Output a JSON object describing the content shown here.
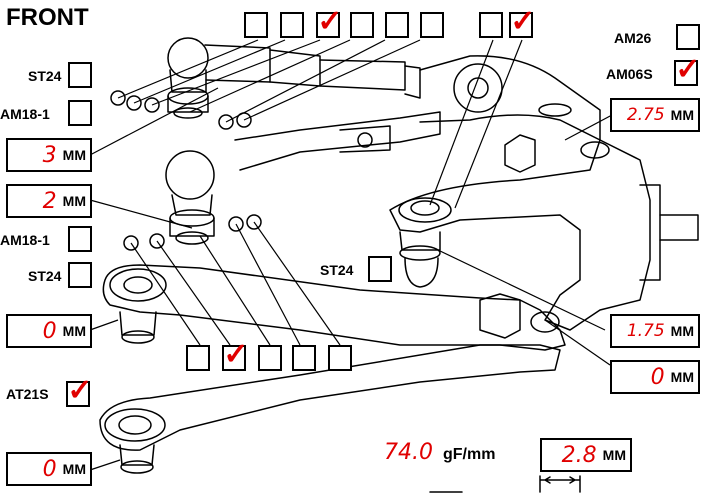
{
  "title": "FRONT",
  "unit": "MM",
  "labels": {
    "st24_a": "ST24",
    "am18_a": "AM18-1",
    "am18_b": "AM18-1",
    "st24_b": "ST24",
    "st24_c": "ST24",
    "am26": "AM26",
    "am06s": "AM06S",
    "at21s": "AT21S"
  },
  "checks": {
    "top_row": [
      false,
      false,
      true,
      false,
      false,
      false
    ],
    "top_pair": [
      false,
      true
    ],
    "st24_a": false,
    "am18_a": false,
    "am18_b": false,
    "st24_b": false,
    "st24_c": false,
    "am26": false,
    "am06s": true,
    "at21s": true,
    "mid_row": [
      false,
      true,
      false,
      false,
      false
    ]
  },
  "measurements": {
    "upper_link": "3",
    "lower_link": "2",
    "arm_front": "0",
    "arm_rear": "0",
    "hub_top": "2.75",
    "hub_mid": "1.75",
    "hub_bottom": "0",
    "spring_rate": "74.0",
    "spring_unit": "gF/mm",
    "gap": "2.8"
  },
  "icons": [
    "check-mark-icon",
    "suspension-drawing"
  ]
}
